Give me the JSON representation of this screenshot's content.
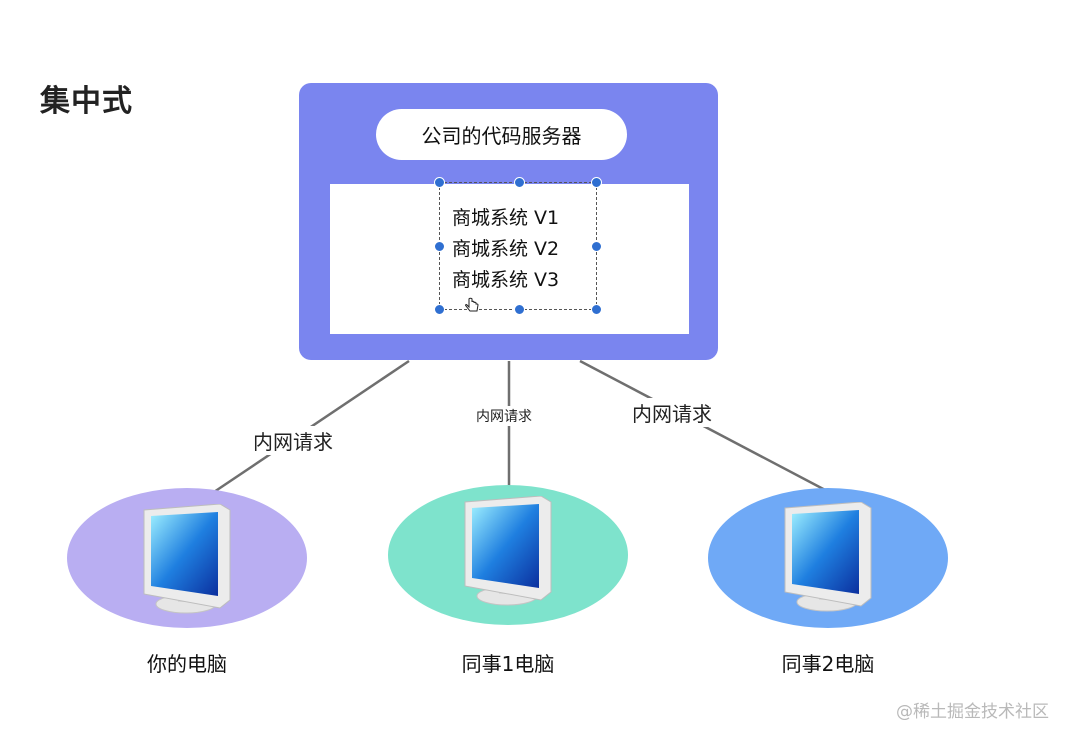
{
  "title": "集中式",
  "server": {
    "label": "公司的代码服务器",
    "versions": [
      "商城系统 V1",
      "商城系统 V2",
      "商城系统 V3"
    ],
    "color": "#7a85ef"
  },
  "links": [
    {
      "label": "内网请求"
    },
    {
      "label": "内网请求"
    },
    {
      "label": "内网请求"
    }
  ],
  "computers": [
    {
      "label": "你的电脑",
      "color": "#b9aef2"
    },
    {
      "label": "同事1电脑",
      "color": "#7ee3cc"
    },
    {
      "label": "同事2电脑",
      "color": "#6fa9f6"
    }
  ],
  "watermark": "@稀土掘金技术社区"
}
